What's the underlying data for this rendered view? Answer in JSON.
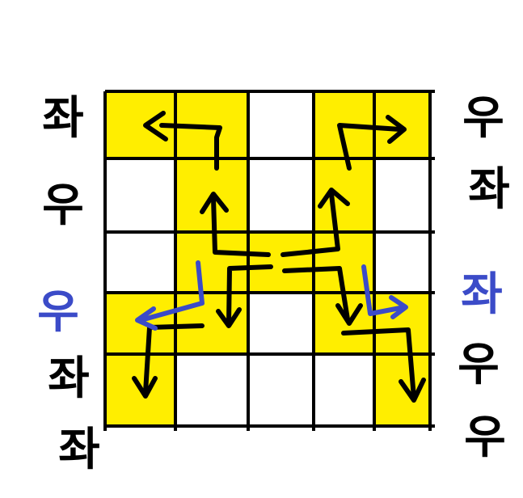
{
  "colors": {
    "background": "#ffffff",
    "cell_fill": "#ffee00",
    "grid_line": "#000000",
    "arrow_black": "#000000",
    "arrow_blue": "#3b4bc8",
    "label_black": "#000000",
    "label_blue": "#3b4bc8"
  },
  "grid": {
    "rows": 5,
    "cols": 5,
    "yellow_cells": [
      [
        0,
        0
      ],
      [
        0,
        1
      ],
      [
        0,
        3
      ],
      [
        0,
        4
      ],
      [
        1,
        1
      ],
      [
        1,
        3
      ],
      [
        2,
        1
      ],
      [
        2,
        2
      ],
      [
        2,
        3
      ],
      [
        3,
        0
      ],
      [
        3,
        1
      ],
      [
        3,
        3
      ],
      [
        3,
        4
      ],
      [
        4,
        0
      ],
      [
        4,
        4
      ]
    ]
  },
  "labels": {
    "left": [
      {
        "text": "좌",
        "color": "black"
      },
      {
        "text": "우",
        "color": "black"
      },
      {
        "text": "우",
        "color": "blue"
      },
      {
        "text": "좌",
        "color": "black"
      },
      {
        "text": "좌",
        "color": "black"
      }
    ],
    "right": [
      {
        "text": "우",
        "color": "black"
      },
      {
        "text": "좌",
        "color": "black"
      },
      {
        "text": "좌",
        "color": "blue"
      },
      {
        "text": "우",
        "color": "black"
      },
      {
        "text": "우",
        "color": "black"
      }
    ]
  }
}
